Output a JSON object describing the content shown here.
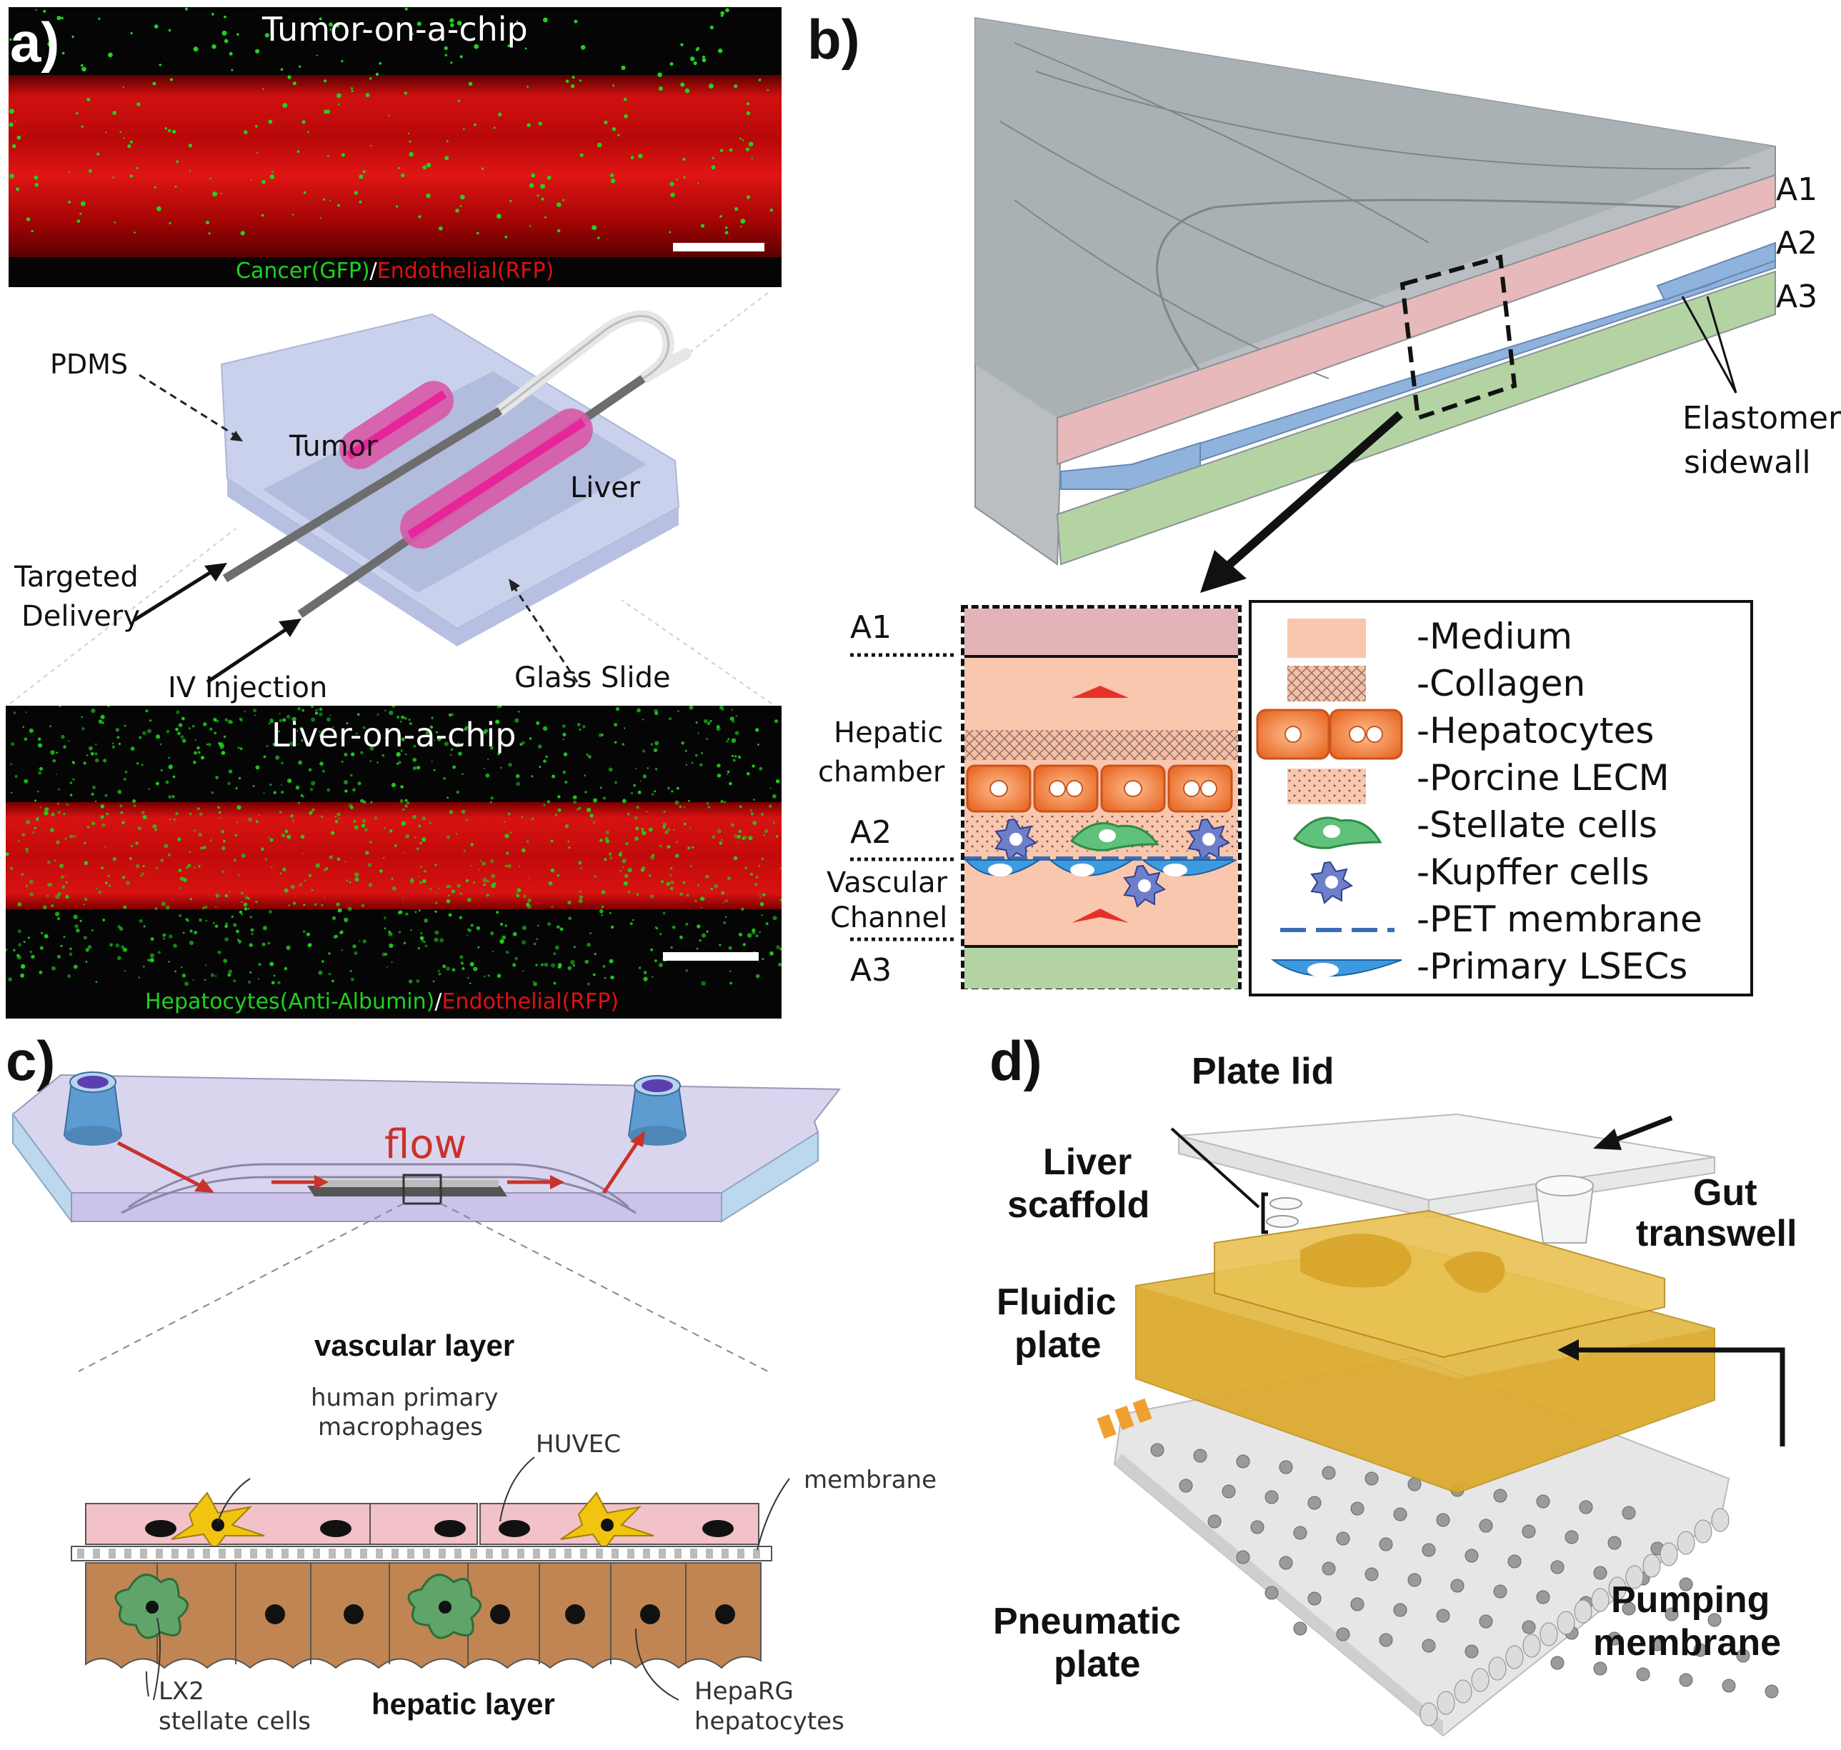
{
  "panels": {
    "a": {
      "label": "a)",
      "top_image": {
        "title": "Tumor-on-a-chip",
        "caption_green": "Cancer(GFP)",
        "caption_sep": "/",
        "caption_red": "Endothelial(RFP)"
      },
      "schematic": {
        "pdms": "PDMS",
        "tumor": "Tumor",
        "liver": "Liver",
        "targeted_line1": "Targeted",
        "targeted_line2": "Delivery",
        "iv": "IV Injection",
        "glass": "Glass Slide"
      },
      "bottom_image": {
        "title": "Liver-on-a-chip",
        "caption_green": "Hepatocytes(Anti-Albumin)",
        "caption_sep": "/",
        "caption_red": "Endothelial(RFP)"
      }
    },
    "b": {
      "label": "b)",
      "layers": [
        "A1",
        "A2",
        "A3"
      ],
      "sidewall_line1": "Elastomer",
      "sidewall_line2": "sidewall",
      "detail": {
        "a1": "A1",
        "hepatic_line1": "Hepatic",
        "hepatic_line2": "chamber",
        "a2": "A2",
        "vascular_line1": "Vascular",
        "vascular_line2": "Channel",
        "a3": "A3"
      },
      "legend": [
        "-Medium",
        "-Collagen",
        "-Hepatocytes",
        "-Porcine LECM",
        "-Stellate cells",
        "-Kupffer cells",
        "-PET membrane",
        "-Primary LSECs"
      ]
    },
    "c": {
      "label": "c)",
      "flow": "flow",
      "vascular_layer": "vascular layer",
      "macrophages_line1": "human primary",
      "macrophages_line2": "macrophages",
      "huvec": "HUVEC",
      "membrane": "membrane",
      "lx2_line1": "LX2",
      "lx2_line2": "stellate cells",
      "hepatic_layer": "hepatic layer",
      "heparg_line1": "HepaRG",
      "heparg_line2": "hepatocytes"
    },
    "d": {
      "label": "d)",
      "plate_lid": "Plate lid",
      "liver_line1": "Liver",
      "liver_line2": "scaffold",
      "gut_line1": "Gut",
      "gut_line2": "transwell",
      "fluidic_line1": "Fluidic",
      "fluidic_line2": "plate",
      "pneumatic_line1": "Pneumatic",
      "pneumatic_line2": "plate",
      "pumping_line1": "Pumping",
      "pumping_line2": "membrane"
    }
  },
  "colors": {
    "gfp_green": "#1fd11f",
    "rfp_red": "#e01010",
    "pink_layer": "#e7b9bb",
    "blue_layer": "#8fb3dc",
    "green_layer": "#b4d3a3",
    "medium": "#f9c6ae",
    "hepatocyte": "#f28a4a",
    "fluidic_amber": "#e0b235",
    "hepatic_brown": "#c08552",
    "vascular_pink": "#f2c2c8"
  }
}
